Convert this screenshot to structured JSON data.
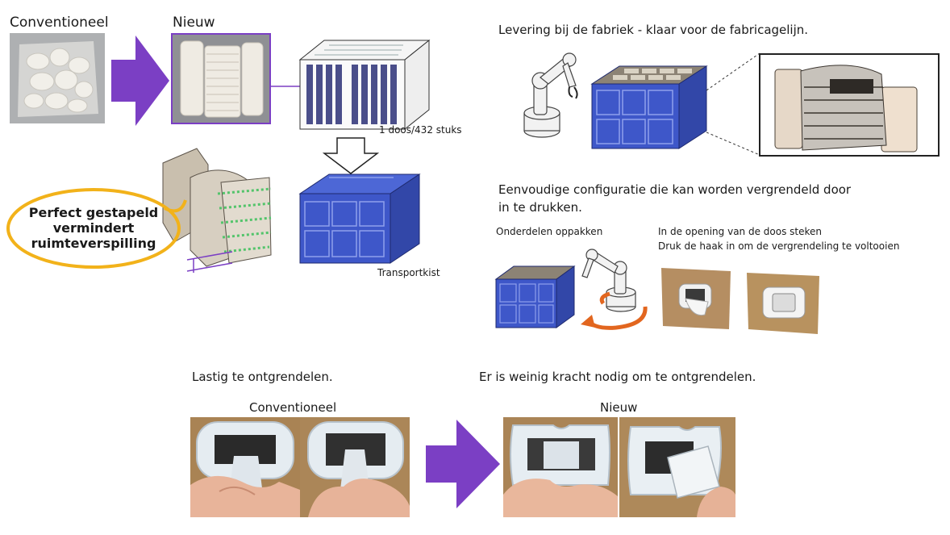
{
  "top_left": {
    "conventional_label": "Conventioneel",
    "new_label": "Nieuw",
    "box_count_label": "1 doos/432 stuks",
    "container_label": "Transportkist",
    "callout": [
      "Perfect gestapeld",
      "vermindert",
      "ruimteverspilling"
    ]
  },
  "top_right": {
    "delivery_title": "Levering bij de fabriek - klaar voor de fabricagelijn.",
    "config_title_line1": "Eenvoudige configuratie die kan worden vergrendeld door",
    "config_title_line2": "in te drukken.",
    "pick_label": "Onderdelen oppakken",
    "insert_label": "In de opening van de doos steken",
    "press_label": "Druk de haak in om de vergrendeling te voltooien"
  },
  "bottom": {
    "hard_label": "Lastig te ontgrendelen.",
    "easy_label": "Er is weinig kracht nodig om te ontgrendelen.",
    "conventional_label": "Conventioneel",
    "new_label": "Nieuw"
  },
  "colors": {
    "purple_arrow": "#7b3fc4",
    "callout_ring": "#f2b21a",
    "crate_blue": "#3e57c9",
    "orange_arrow": "#e2661f"
  }
}
